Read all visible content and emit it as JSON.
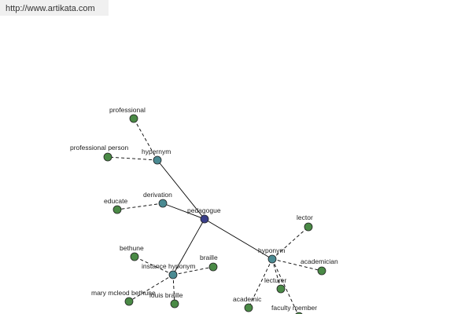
{
  "header": {
    "url": "http://www.artikata.com"
  },
  "graph": {
    "center": "pedagogue",
    "colors": {
      "center": "#3a3f8a",
      "relation": "#4a8a92",
      "word": "#4a8a46"
    },
    "nodes": [
      {
        "id": "pedagogue",
        "label": "pedagogue",
        "kind": "center"
      },
      {
        "id": "hypernym",
        "label": "hypernym",
        "kind": "relation"
      },
      {
        "id": "derivation",
        "label": "derivation",
        "kind": "relation"
      },
      {
        "id": "instance_hyponym",
        "label": "instance hyponym",
        "kind": "relation"
      },
      {
        "id": "hyponym",
        "label": "hyponym",
        "kind": "relation"
      },
      {
        "id": "professional",
        "label": "professional",
        "kind": "word"
      },
      {
        "id": "professional_person",
        "label": "professional person",
        "kind": "word"
      },
      {
        "id": "educate",
        "label": "educate",
        "kind": "word"
      },
      {
        "id": "bethune",
        "label": "bethune",
        "kind": "word"
      },
      {
        "id": "braille",
        "label": "braille",
        "kind": "word"
      },
      {
        "id": "mary_mcleod_bethune",
        "label": "mary mcleod bethune",
        "kind": "word"
      },
      {
        "id": "louis_braille",
        "label": "louis braille",
        "kind": "word"
      },
      {
        "id": "lector",
        "label": "lector",
        "kind": "word"
      },
      {
        "id": "academician",
        "label": "academician",
        "kind": "word"
      },
      {
        "id": "lecturer",
        "label": "lecturer",
        "kind": "word"
      },
      {
        "id": "academic",
        "label": "academic",
        "kind": "word"
      },
      {
        "id": "faculty_member",
        "label": "faculty member",
        "kind": "word"
      }
    ],
    "edges": [
      {
        "from": "pedagogue",
        "to": "hypernym",
        "style": "solid"
      },
      {
        "from": "pedagogue",
        "to": "derivation",
        "style": "solid"
      },
      {
        "from": "pedagogue",
        "to": "instance_hyponym",
        "style": "solid"
      },
      {
        "from": "pedagogue",
        "to": "hyponym",
        "style": "solid"
      },
      {
        "from": "hypernym",
        "to": "professional",
        "style": "dashed"
      },
      {
        "from": "hypernym",
        "to": "professional_person",
        "style": "dashed"
      },
      {
        "from": "derivation",
        "to": "educate",
        "style": "dashed"
      },
      {
        "from": "instance_hyponym",
        "to": "bethune",
        "style": "dashed"
      },
      {
        "from": "instance_hyponym",
        "to": "braille",
        "style": "dashed"
      },
      {
        "from": "instance_hyponym",
        "to": "mary_mcleod_bethune",
        "style": "dashed"
      },
      {
        "from": "instance_hyponym",
        "to": "louis_braille",
        "style": "dashed"
      },
      {
        "from": "hyponym",
        "to": "lector",
        "style": "dashed"
      },
      {
        "from": "hyponym",
        "to": "academician",
        "style": "dashed"
      },
      {
        "from": "hyponym",
        "to": "lecturer",
        "style": "dashed"
      },
      {
        "from": "hyponym",
        "to": "academic",
        "style": "dashed"
      },
      {
        "from": "hyponym",
        "to": "faculty_member",
        "style": "dashed"
      }
    ]
  }
}
